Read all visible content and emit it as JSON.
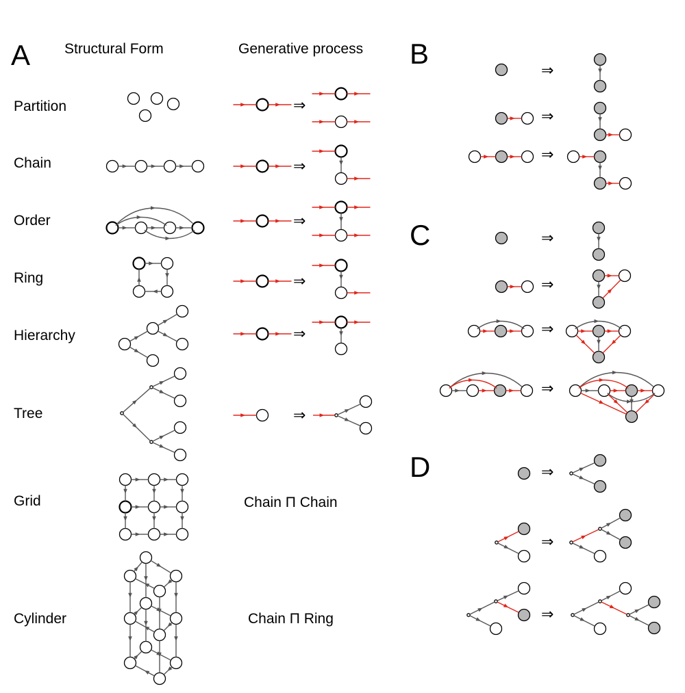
{
  "colors": {
    "grey_node": "#b8b8b8",
    "red_edge": "#e0261b",
    "grey_edge": "#555555"
  },
  "panels": {
    "a_letter": "A",
    "b_letter": "B",
    "c_letter": "C",
    "d_letter": "D"
  },
  "headers": {
    "structural_form": "Structural Form",
    "generative_process": "Generative process"
  },
  "rows": {
    "partition": "Partition",
    "chain": "Chain",
    "order": "Order",
    "ring": "Ring",
    "hierarchy": "Hierarchy",
    "tree": "Tree",
    "grid": "Grid",
    "cylinder": "Cylinder"
  },
  "products": {
    "grid_formula": "Chain Π Chain",
    "cylinder_formula": "Chain Π Ring"
  },
  "arrow_symbol": "⇒"
}
